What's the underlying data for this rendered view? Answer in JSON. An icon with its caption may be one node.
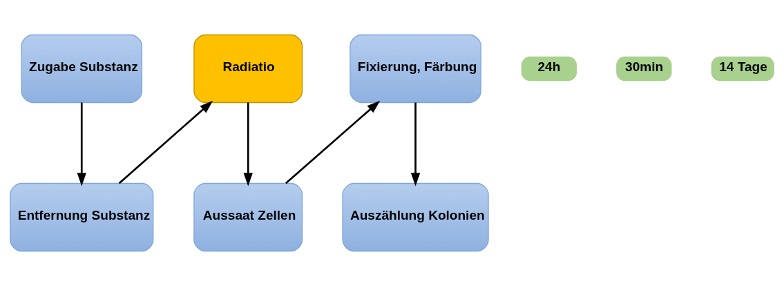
{
  "diagram": {
    "nodes": [
      {
        "text": [
          "Zugabe Substanz"
        ]
      },
      {
        "text": [
          "Entfernung Substanz"
        ]
      },
      {
        "text": [
          "Radiatio"
        ]
      },
      {
        "text": [
          "Aussaat Zellen"
        ]
      },
      {
        "text": [
          "Fixierung, Färbung"
        ]
      },
      {
        "text": [
          "Auszählung Kolonien"
        ]
      },
      {
        "text": [
          "24h"
        ]
      },
      {
        "text": [
          "30min"
        ]
      },
      {
        "text": [
          "14 Tage"
        ]
      }
    ],
    "edges": [
      {
        "from": 0,
        "to": 1,
        "arrow": "to"
      },
      {
        "from": 1,
        "to": 2,
        "arrow": "to"
      },
      {
        "from": 2,
        "to": 3,
        "arrow": "to"
      },
      {
        "from": 3,
        "to": 4,
        "arrow": "to"
      },
      {
        "from": 4,
        "to": 5,
        "arrow": "to"
      }
    ]
  }
}
